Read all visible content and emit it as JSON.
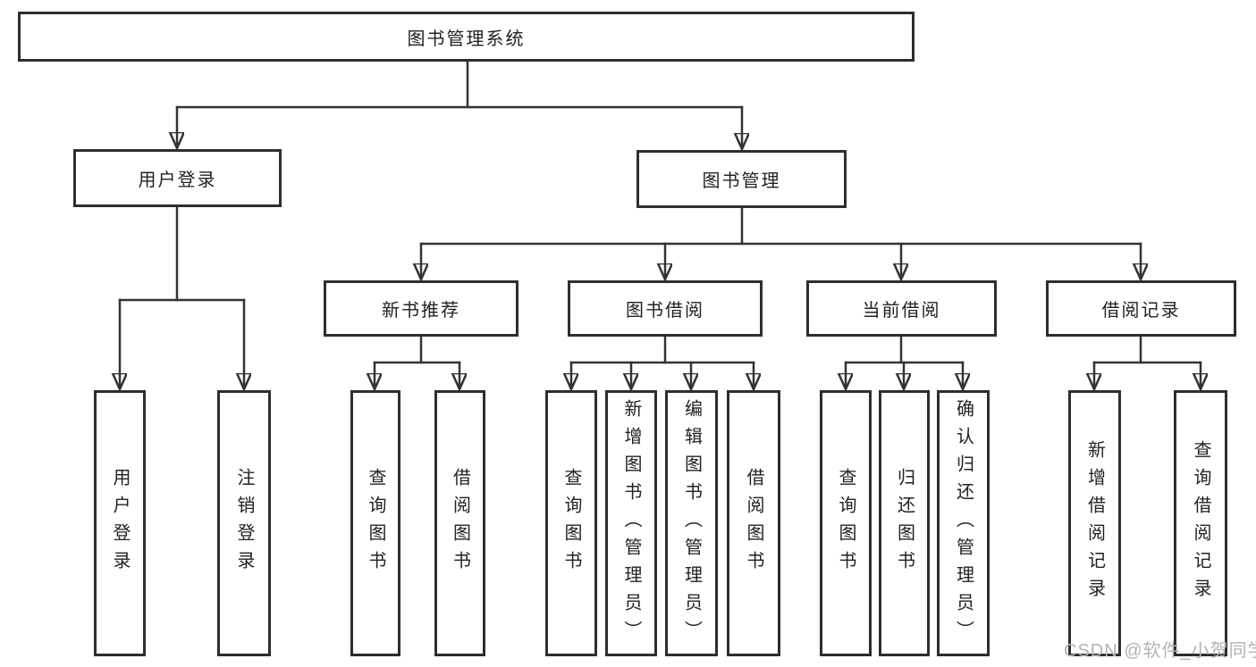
{
  "diagram": {
    "root": {
      "label": "图书管理系统"
    },
    "branches": [
      {
        "label": "用户登录",
        "children": [
          {
            "label": "用户登录"
          },
          {
            "label": "注销登录"
          }
        ]
      },
      {
        "label": "图书管理",
        "children": [
          {
            "label": "新书推荐",
            "children": [
              {
                "label": "查询图书"
              },
              {
                "label": "借阅图书"
              }
            ]
          },
          {
            "label": "图书借阅",
            "children": [
              {
                "label": "查询图书"
              },
              {
                "label": "新增图书（管理员）"
              },
              {
                "label": "编辑图书（管理员）"
              },
              {
                "label": "借阅图书"
              }
            ]
          },
          {
            "label": "当前借阅",
            "children": [
              {
                "label": "查询图书"
              },
              {
                "label": "归还图书"
              },
              {
                "label": "确认归还（管理员）"
              }
            ]
          },
          {
            "label": "借阅记录",
            "children": [
              {
                "label": "新增借阅记录"
              },
              {
                "label": "查询借阅记录"
              }
            ]
          }
        ]
      }
    ],
    "watermark": "CSDN @软件_小贺同学",
    "colors": {
      "line": "#333333",
      "box_border": "#2e2e2e",
      "box_fill": "#ffffff",
      "text": "#222222",
      "watermark": "#b3b3b3"
    }
  }
}
